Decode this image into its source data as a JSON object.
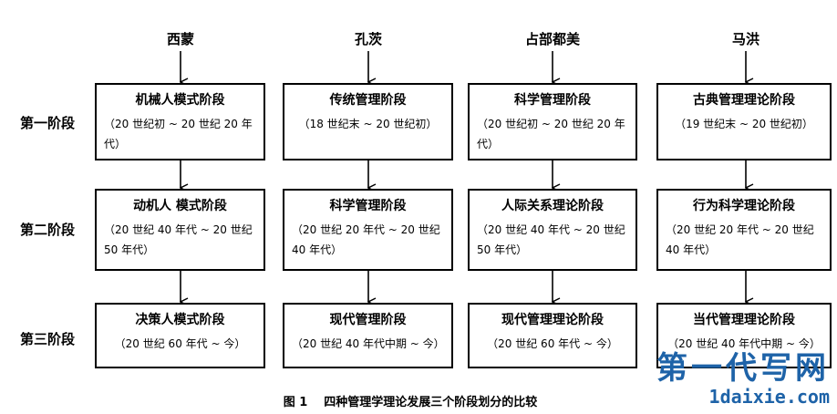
{
  "columns": [
    {
      "author": "西蒙",
      "stages": [
        {
          "title": "机械人模式阶段",
          "detail": "（20 世纪初 ~ 20 世纪 20 年代）"
        },
        {
          "title": "动机人 模式阶段",
          "detail": "（20 世纪 40 年代 ~ 20 世纪 50 年代）"
        },
        {
          "title": "决策人模式阶段",
          "detail": "（20 世纪 60 年代 ~ 今）"
        }
      ]
    },
    {
      "author": "孔茨",
      "stages": [
        {
          "title": "传统管理阶段",
          "detail": "（18 世纪末 ~ 20 世纪初）"
        },
        {
          "title": "科学管理阶段",
          "detail": "（20 世纪 20 年代 ~ 20 世纪 40 年代）"
        },
        {
          "title": "现代管理阶段",
          "detail": "（20 世纪 40 年代中期 ~ 今）"
        }
      ]
    },
    {
      "author": "占部都美",
      "stages": [
        {
          "title": "科学管理阶段",
          "detail": "（20 世纪初 ~ 20 世纪 20 年代）"
        },
        {
          "title": "人际关系理论阶段",
          "detail": "（20 世纪 40 年代 ~ 20 世纪 50 年代）"
        },
        {
          "title": "现代管理理论阶段",
          "detail": "（20 世纪 60 年代 ~ 今）"
        }
      ]
    },
    {
      "author": "马洪",
      "stages": [
        {
          "title": "古典管理理论阶段",
          "detail": "（19 世纪末 ~ 20 世纪初）"
        },
        {
          "title": "行为科学理论阶段",
          "detail": "（20 世纪 20 年代 ~ 20 世纪 40 年代）"
        },
        {
          "title": "当代管理理论阶段",
          "detail": "（20 世纪 40 年代中期 ~ 今）"
        }
      ]
    }
  ],
  "stage_labels": [
    "第一阶段",
    "第二阶段",
    "第三阶段"
  ],
  "caption": {
    "number": "图 1",
    "text": "四种管理学理论发展三个阶段划分的比较"
  },
  "watermark": {
    "main": "第一代写网",
    "url": "1daixie.com"
  },
  "colors": {
    "line": "#000000",
    "watermark": "#1e63a8"
  }
}
